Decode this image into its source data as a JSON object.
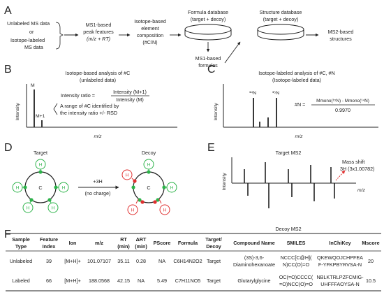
{
  "panels": {
    "A": {
      "letter": "A",
      "input_top": "Unlabeled MS data",
      "input_or": "or",
      "input_bot1": "Isotope-labeled",
      "input_bot2": "MS data",
      "step1_l1": "MS1-based",
      "step1_l2": "peak features",
      "step1_l3": "(m/z + RT)",
      "step2_l1": "Isotope-based",
      "step2_l2": "element",
      "step2_l3": "composition",
      "step2_l4": "(#C/N)",
      "db1_l1": "Formula database",
      "db1_l2": "(target + decoy)",
      "step3_l1": "MS1-based",
      "step3_l2": "formulas",
      "db2_l1": "Structure database",
      "db2_l2": "(target + decoy)",
      "step4_l1": "MS2-based",
      "step4_l2": "structures"
    },
    "B": {
      "letter": "B",
      "title1": "Isotope-based analysis of #C",
      "title2": "(unlabeled data)",
      "peak_m": "M",
      "peak_m1": "M+1",
      "ratio_label": "Intensity ratio =",
      "ratio_num": "Intensity (M+1)",
      "ratio_den": "Intensity (M)",
      "range_l1": "A range of #C identified by",
      "range_l2": "the intensity ratio +/- RSD",
      "ylabel": "Intensity",
      "xlabel": "m/z"
    },
    "C": {
      "letter": "C",
      "title1": "Isotope-labeled analysis of #C, #N",
      "title2": "(Isotope-labeled data)",
      "peak_14n": "¹⁴N",
      "peak_15n": "¹⁵N",
      "eq_lhs": "#N =",
      "eq_num": "Mmono(¹⁵N) - Mmono(¹⁴N)",
      "eq_den": "0.9970",
      "ylabel": "Intensity",
      "xlabel": "m/z"
    },
    "D": {
      "letter": "D",
      "target_label": "Target",
      "decoy_label": "Decoy",
      "center_atom": "C",
      "h_atom": "H",
      "arrow_l1": "+3H",
      "arrow_l2": "(no charge)"
    },
    "E": {
      "letter": "E",
      "top_label": "Target MS2",
      "bottom_label": "Decoy MS2",
      "shift_l1": "Mass shift",
      "shift_l2": "3H (3x1.00782)",
      "ylabel": "Intensity",
      "xlabel": "m/z"
    },
    "F": {
      "letter": "F",
      "headers": [
        [
          "Sample",
          "Type"
        ],
        [
          "Feature",
          "Index"
        ],
        [
          "Ion"
        ],
        [
          "m/z"
        ],
        [
          "RT",
          "(min)"
        ],
        [
          "ΔRT",
          "(min)"
        ],
        [
          "PScore"
        ],
        [
          "Formula"
        ],
        [
          "Target/",
          "Decoy"
        ],
        [
          "Compound Name"
        ],
        [
          "SMILES"
        ],
        [
          "InChiKey"
        ],
        [
          "Mscore"
        ]
      ],
      "rows": [
        {
          "sample_type": "Unlabeled",
          "feature_index": "39",
          "ion": "[M+H]+",
          "mz": "101.07107",
          "rt": "35.11",
          "drt": "0.28",
          "pscore": "NA",
          "formula": "C6H14N2O2",
          "target_decoy": "Target",
          "compound_l1": "(3S)-3,6-",
          "compound_l2": "Diaminohexanoate",
          "smiles_l1": "NCCC[C@H](",
          "smiles_l2": "N)CC(O)=O",
          "inchikey_l1": "QKEWQOJCHPFEA",
          "inchikey_l2": "F-YFKPBYRVSA-N",
          "mscore": "20"
        },
        {
          "sample_type": "Labeled",
          "feature_index": "66",
          "ion": "[M+H]+",
          "mz": "188.0568",
          "rt": "42.15",
          "drt": "NA",
          "pscore": "5.49",
          "formula": "C7H11NO5",
          "target_decoy": "Target",
          "compound_l1": "Glutarylglycine",
          "smiles_l1": "OC(=O)CCCC(",
          "smiles_l2": "=O)NCC(O)=O",
          "inchikey_l1": "NBLKTRLPZFCMIG-",
          "inchikey_l2": "UHFFFAOYSA-N",
          "mscore": "10.5"
        }
      ]
    }
  },
  "colors": {
    "green": "#2db34a",
    "red": "#e03030",
    "line": "#222222"
  }
}
